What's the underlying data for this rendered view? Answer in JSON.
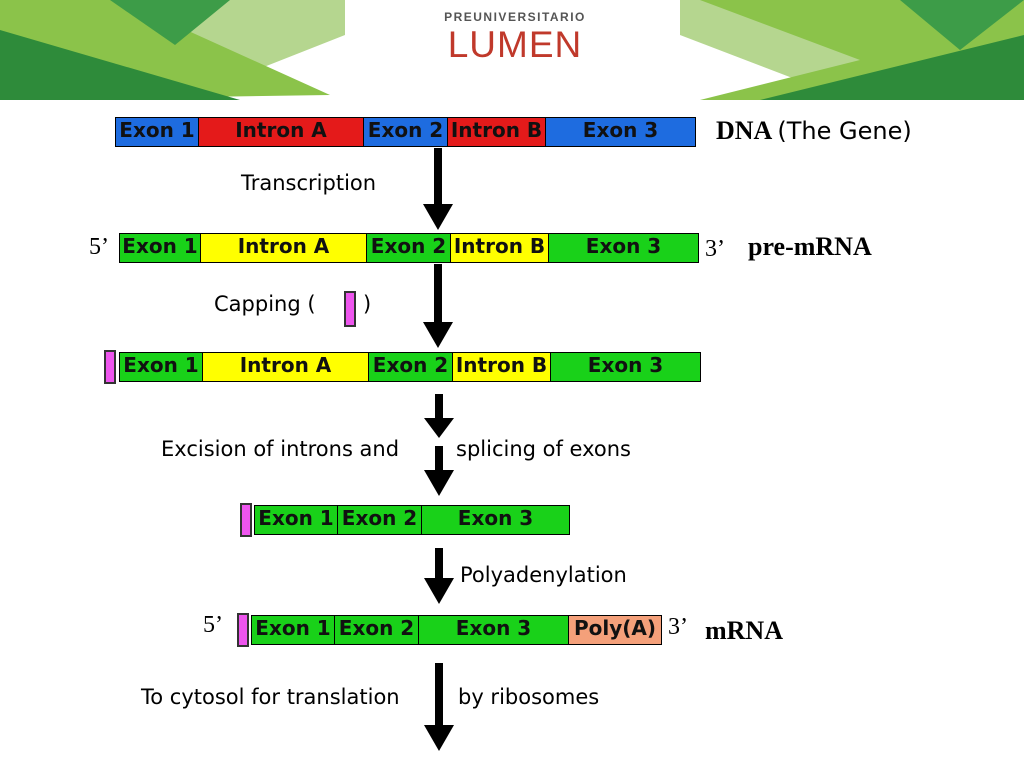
{
  "header": {
    "logo_small": "PREUNIVERSITARIO",
    "logo_big": "LUMEN",
    "colors": {
      "dark_green": "#2e8b3a",
      "light_green": "#8bc34a",
      "pale_green": "#b5d68f",
      "brand_red": "#c0392b"
    }
  },
  "dna": {
    "segments": [
      "Exon 1",
      "Intron A",
      "Exon 2",
      "Intron B",
      "Exon 3"
    ],
    "label_bold": "DNA",
    "label_plain": "(The Gene)"
  },
  "steps": {
    "transcription": "Transcription",
    "capping": "Capping (",
    "capping_close": ")",
    "excision_left": "Excision of introns and",
    "excision_right": "splicing of exons",
    "polyadenylation": "Polyadenylation",
    "to_cytosol_left": "To cytosol for translation",
    "to_cytosol_right": "by ribosomes"
  },
  "premrna": {
    "segments": [
      "Exon 1",
      "Intron A",
      "Exon 2",
      "Intron B",
      "Exon 3"
    ],
    "five_prime": "5’",
    "three_prime": "3’",
    "label": "pre-mRNA"
  },
  "capped": {
    "segments": [
      "Exon 1",
      "Intron A",
      "Exon 2",
      "Intron B",
      "Exon 3"
    ]
  },
  "spliced": {
    "segments": [
      "Exon 1",
      "Exon 2",
      "Exon 3"
    ]
  },
  "mrna": {
    "segments": [
      "Exon 1",
      "Exon 2",
      "Exon 3"
    ],
    "polya": "Poly(A)",
    "five_prime": "5’",
    "three_prime": "3’",
    "label": "mRNA"
  },
  "colors": {
    "dna_exon": "#1e6ce0",
    "dna_intron": "#e41a1a",
    "rna_exon": "#19d119",
    "rna_intron": "#ffff00",
    "cap": "#ee55ee",
    "polya": "#f4a07a"
  }
}
